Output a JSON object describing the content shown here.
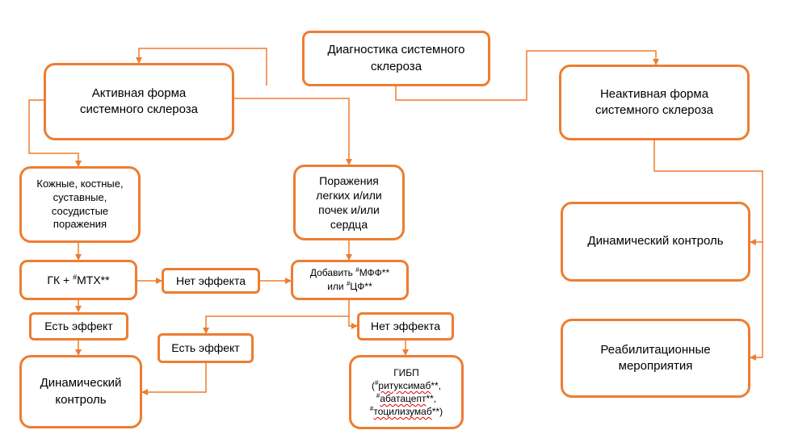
{
  "colors": {
    "accent": "#ED7D31",
    "background": "#ffffff",
    "text": "#000000"
  },
  "nodes": {
    "diagnosis": "Диагностика системного склероза",
    "active": "Активная форма системного склероза",
    "inactive": "Неактивная форма системного склероза",
    "skin": "Кожные, костные, суставные, сосудистые поражения",
    "organs": "Поражения легких и/или почек и/или сердца",
    "gk_mtx": {
      "prefix": "ГК + ",
      "sup": "#",
      "name": "МТХ**"
    },
    "no_effect_1": "Нет эффекта",
    "add_mff": {
      "prefix": "Добавить ",
      "sup1": "#",
      "name1": "МФФ**",
      "mid": "или ",
      "sup2": "#",
      "name2": "ЦФ**"
    },
    "effect_left": "Есть эффект",
    "effect_mid": "Есть эффект",
    "no_effect_2": "Нет эффекта",
    "dyn_left": "Динамический контроль",
    "dyn_right": "Динамический контроль",
    "rehab": "Реабилитационные мероприятия",
    "gibp": {
      "title": "ГИБП",
      "items": [
        {
          "open": "(",
          "sup": "#",
          "name": "ритуксимаб",
          "tail": "**,"
        },
        {
          "open": "",
          "sup": "#",
          "name": "абатацепт",
          "tail": "**,"
        },
        {
          "open": "",
          "sup": "#",
          "name": "тоцилизумаб",
          "tail": "**)"
        }
      ]
    }
  }
}
